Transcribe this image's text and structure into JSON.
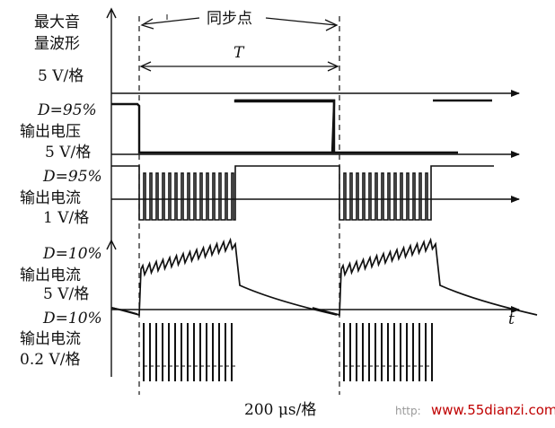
{
  "labels": {
    "row1": [
      "最大音",
      "量波形",
      "5 V/格"
    ],
    "row2": [
      "D=95%",
      "输出电压",
      "5 V/格"
    ],
    "row3": [
      "D=95%",
      "输出电流",
      "1 V/格"
    ],
    "row4": [
      "D=10%",
      "输出电流",
      "5 V/格"
    ],
    "row5": [
      "D=10%",
      "输出电流",
      "0.2 V/格"
    ]
  },
  "sync_label": "同步点",
  "period_label": "T",
  "time_axis_label": "t",
  "timebase": "200 μs/格",
  "watermark": {
    "prefix": "http:",
    "site": "www.55dianzi.com"
  }
}
